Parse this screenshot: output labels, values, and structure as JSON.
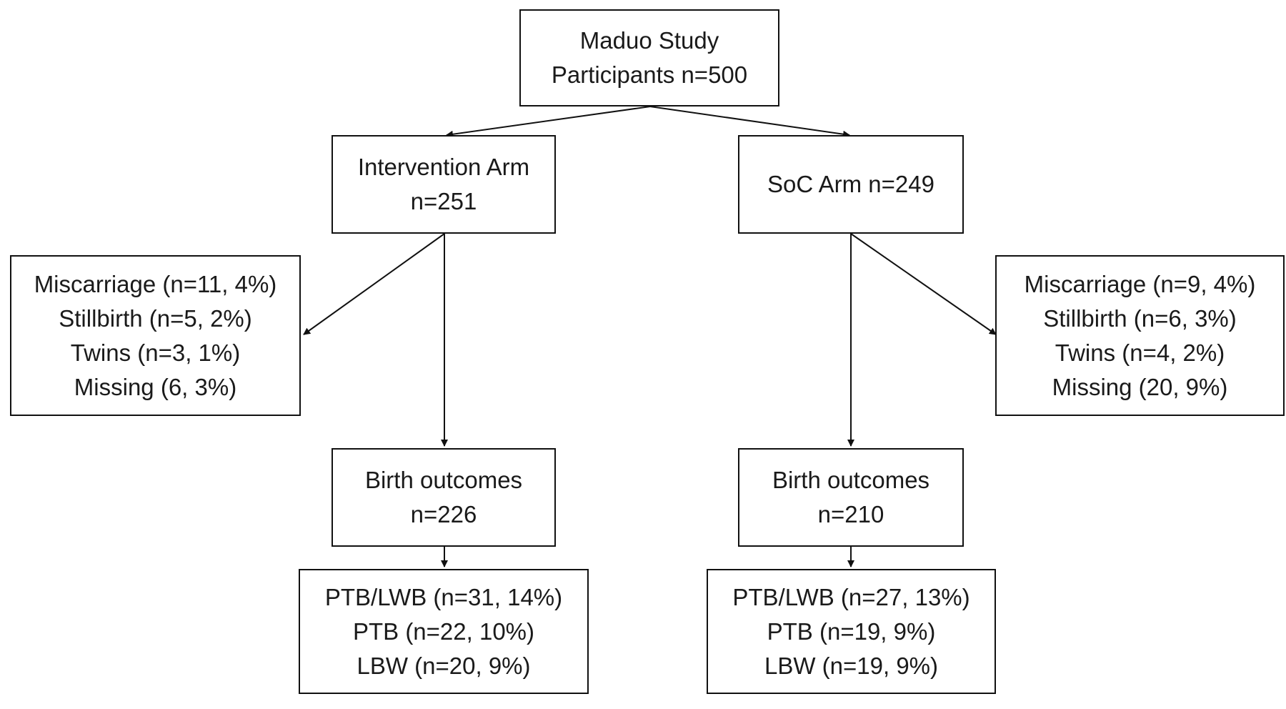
{
  "root": {
    "lines": [
      "Maduo Study",
      "Participants n=500"
    ]
  },
  "intervention": {
    "arm": [
      "Intervention Arm",
      "n=251"
    ],
    "excluded": [
      "Miscarriage (n=11, 4%)",
      "Stillbirth (n=5, 2%)",
      "Twins (n=3, 1%)",
      "Missing (6, 3%)"
    ],
    "outcomes": [
      "Birth outcomes",
      "n=226"
    ],
    "details": [
      "PTB/LWB (n=31, 14%)",
      "PTB (n=22, 10%)",
      "LBW (n=20, 9%)"
    ]
  },
  "soc": {
    "arm": [
      "SoC Arm n=249"
    ],
    "excluded": [
      "Miscarriage (n=9, 4%)",
      "Stillbirth (n=6, 3%)",
      "Twins (n=4, 2%)",
      "Missing (20, 9%)"
    ],
    "outcomes": [
      "Birth outcomes",
      "n=210"
    ],
    "details": [
      "PTB/LWB (n=27, 13%)",
      "PTB (n=19, 9%)",
      "LBW (n=19, 9%)"
    ]
  },
  "colors": {
    "stroke": "#111111",
    "text": "#1a1a1a",
    "background": "#ffffff"
  }
}
